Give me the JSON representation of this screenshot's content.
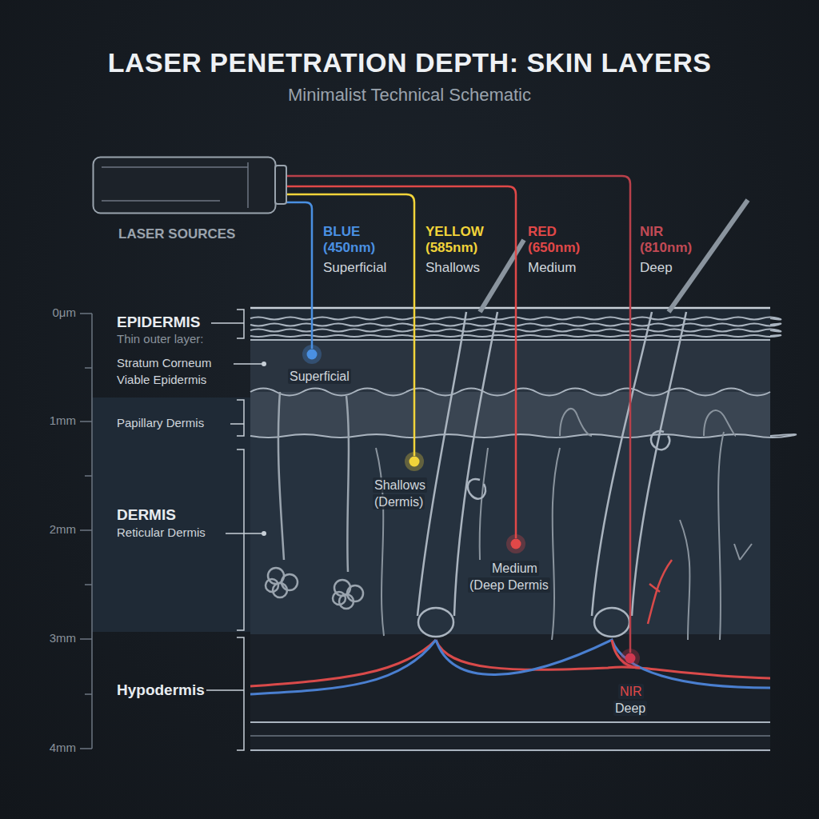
{
  "diagram": {
    "title": "LASER PENETRATION DEPTH: SKIN LAYERS",
    "caption": "Minimalist Technical Schematic",
    "nodes": [
      {
        "text": [
          "LASER SOURCES"
        ]
      }
    ],
    "labels": [
      "BLUE",
      "(450nm)",
      "Superficial",
      "YELLOW",
      "(585nm)",
      "Shallows",
      "RED",
      "(650nm)",
      "Medium",
      "NIR",
      "(810nm)",
      "Deep",
      "0μm",
      "1mm",
      "2mm",
      "3mm",
      "4mm",
      "EPIDERMIS",
      "Thin outer layer:",
      "Stratum Corneum",
      "Viable Epidermis",
      "Papillary Dermis",
      "DERMIS",
      "Reticular Dermis",
      "Hypodermis",
      "Superficial",
      "Shallows",
      "(Dermis)",
      "Medium",
      "(Deep Dermis",
      "NIR",
      "Deep"
    ]
  }
}
